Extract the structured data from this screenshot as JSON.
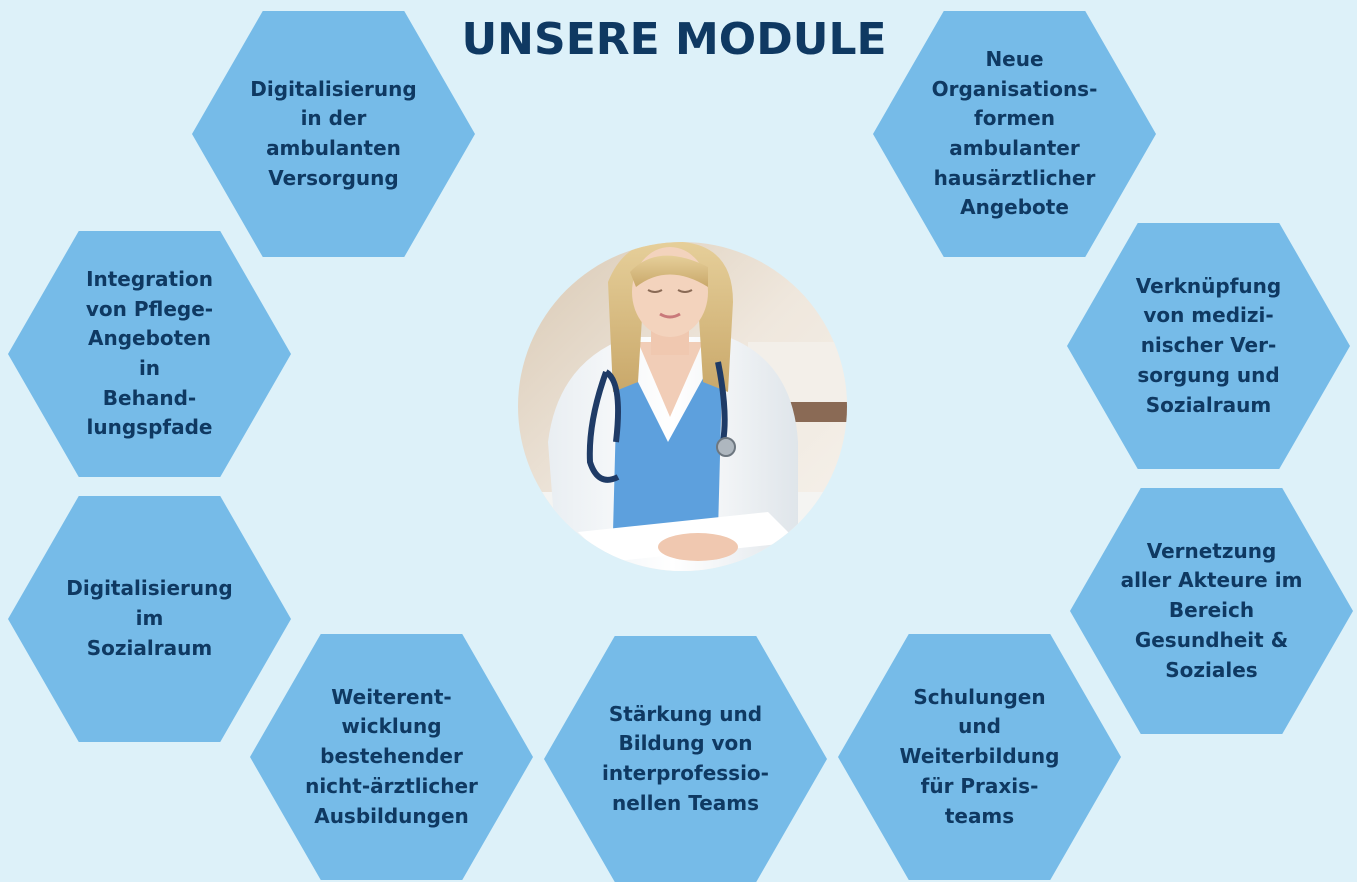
{
  "title": "UNSERE MODULE",
  "accent_colors": {
    "background": "#ddf1f9",
    "hexagon": "#76bbe8",
    "text": "#0f3962"
  },
  "modules": [
    {
      "label": "Digitalisierung\nin der\nambulanten\nVersorgung"
    },
    {
      "label": "Neue\nOrganisations-\nformen\nambulanter\nhausärztlicher\nAngebote"
    },
    {
      "label": "Integration\nvon Pflege-\nAngeboten\nin\nBehand-\nlungspfade"
    },
    {
      "label": "Verknüpfung\nvon medizi-\nnischer Ver-\nsorgung und\nSozialraum"
    },
    {
      "label": "Digitalisierung\nim\nSozialraum"
    },
    {
      "label": "Vernetzung\naller Akteure im\nBereich\nGesundheit &\nSoziales"
    },
    {
      "label": "Weiterent-\nwicklung\nbestehender\nnicht-ärztlicher\nAusbildungen"
    },
    {
      "label": "Stärkung und\nBildung von\ninterprofessio-\nnellen Teams"
    },
    {
      "label": "Schulungen\nund\nWeiterbildung\nfür Praxis-\nteams"
    }
  ],
  "center_image": {
    "icon": "doctor-photo"
  }
}
